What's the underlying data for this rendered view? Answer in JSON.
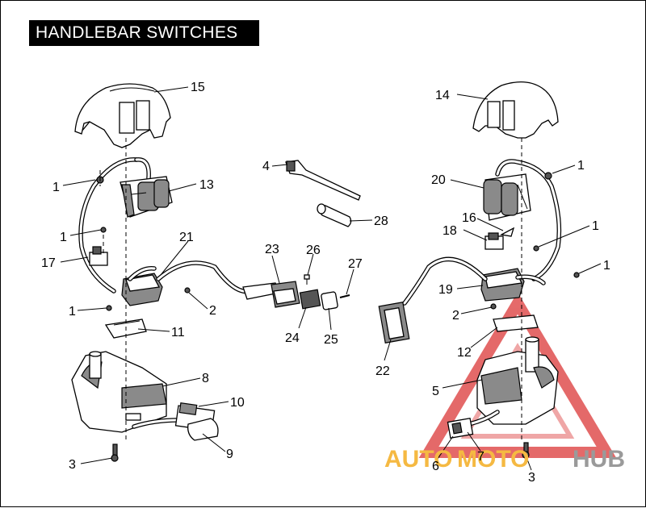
{
  "title": "HANDLEBAR SWITCHES",
  "watermark": {
    "text_part1": "AUTO",
    "text_part2": "MOTO",
    "text_part3": "HUB",
    "color_part1": "#f5b942",
    "color_part2": "#f5b942",
    "color_part3": "#9a9a9a",
    "triangle_color": "#e05050"
  },
  "callouts": {
    "c1a": "1",
    "c1b": "1",
    "c1c": "1",
    "c1d": "1",
    "c1e": "1",
    "c1f": "1",
    "c2a": "2",
    "c2b": "2",
    "c3a": "3",
    "c3b": "3",
    "c4": "4",
    "c5": "5",
    "c6": "6",
    "c7": "7",
    "c8": "8",
    "c9": "9",
    "c10": "10",
    "c11": "11",
    "c12": "12",
    "c13": "13",
    "c14": "14",
    "c15": "15",
    "c16": "16",
    "c17": "17",
    "c18": "18",
    "c19": "19",
    "c20": "20",
    "c21": "21",
    "c22": "22",
    "c23": "23",
    "c24": "24",
    "c25": "25",
    "c26": "26",
    "c27": "27",
    "c28": "28"
  }
}
